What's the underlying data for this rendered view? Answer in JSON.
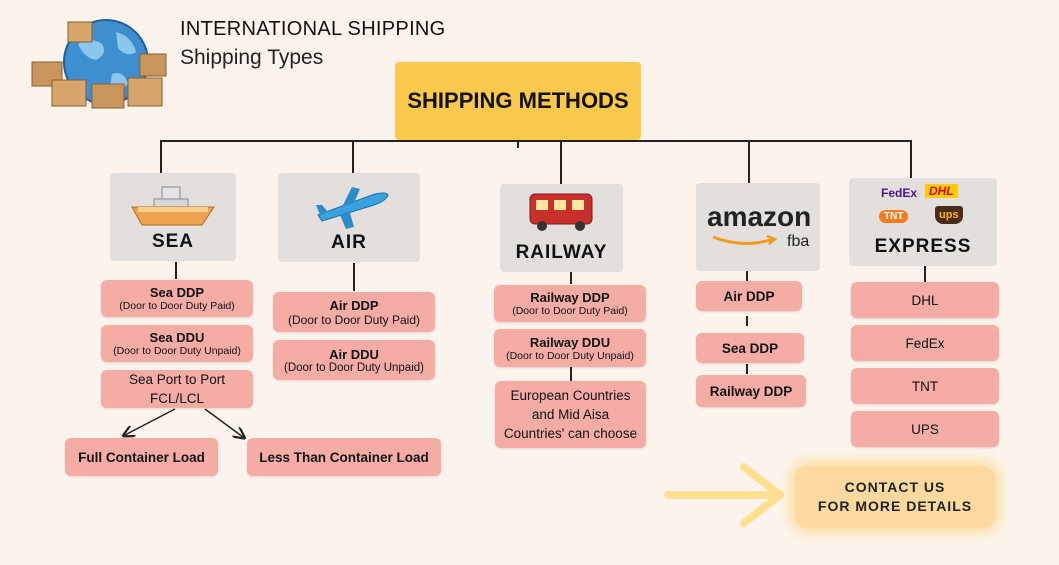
{
  "header": {
    "title": "INTERNATIONAL SHIPPING",
    "subtitle": "Shipping Types"
  },
  "root": "SHIPPING METHODS",
  "categories": {
    "sea": {
      "label": "SEA",
      "items": [
        {
          "title": "Sea DDP",
          "sub": "(Door to Door Duty Paid)"
        },
        {
          "title": "Sea DDU",
          "sub": "(Door to Door Duty Unpaid)"
        },
        {
          "line1": "Sea Port to Port",
          "line2": "FCL/LCL"
        }
      ],
      "sub_items": [
        "Full Container Load",
        "Less Than Container Load"
      ]
    },
    "air": {
      "label": "AIR",
      "items": [
        {
          "title": "Air DDP",
          "sub": "(Door to Door Duty Paid)"
        },
        {
          "title": "Air DDU",
          "sub": "(Door to Door Duty Unpaid)"
        }
      ]
    },
    "railway": {
      "label": "RAILWAY",
      "items": [
        {
          "title": "Railway DDP",
          "sub": "(Door to Door Duty Paid)"
        },
        {
          "title": "Railway DDU",
          "sub": "(Door to Door Duty Unpaid)"
        },
        {
          "line1": "European Countries",
          "line2": "and Mid Aisa",
          "line3": "Countries' can choose"
        }
      ]
    },
    "amazon": {
      "logo_word": "amazon",
      "logo_sub": "fba",
      "items": [
        "Air DDP",
        "Sea DDP",
        "Railway DDP"
      ]
    },
    "express": {
      "label": "EXPRESS",
      "logos": [
        "FedEx",
        "DHL",
        "TNT",
        "ups"
      ],
      "items": [
        "DHL",
        "FedEx",
        "TNT",
        "UPS"
      ]
    }
  },
  "cta": {
    "line1": "CONTACT US",
    "line2": "FOR MORE DETAILS"
  },
  "colors": {
    "root": "#fac84a",
    "pill": "#f4aca5",
    "category": "#e2dfdc",
    "background": "#fcf4ec"
  }
}
